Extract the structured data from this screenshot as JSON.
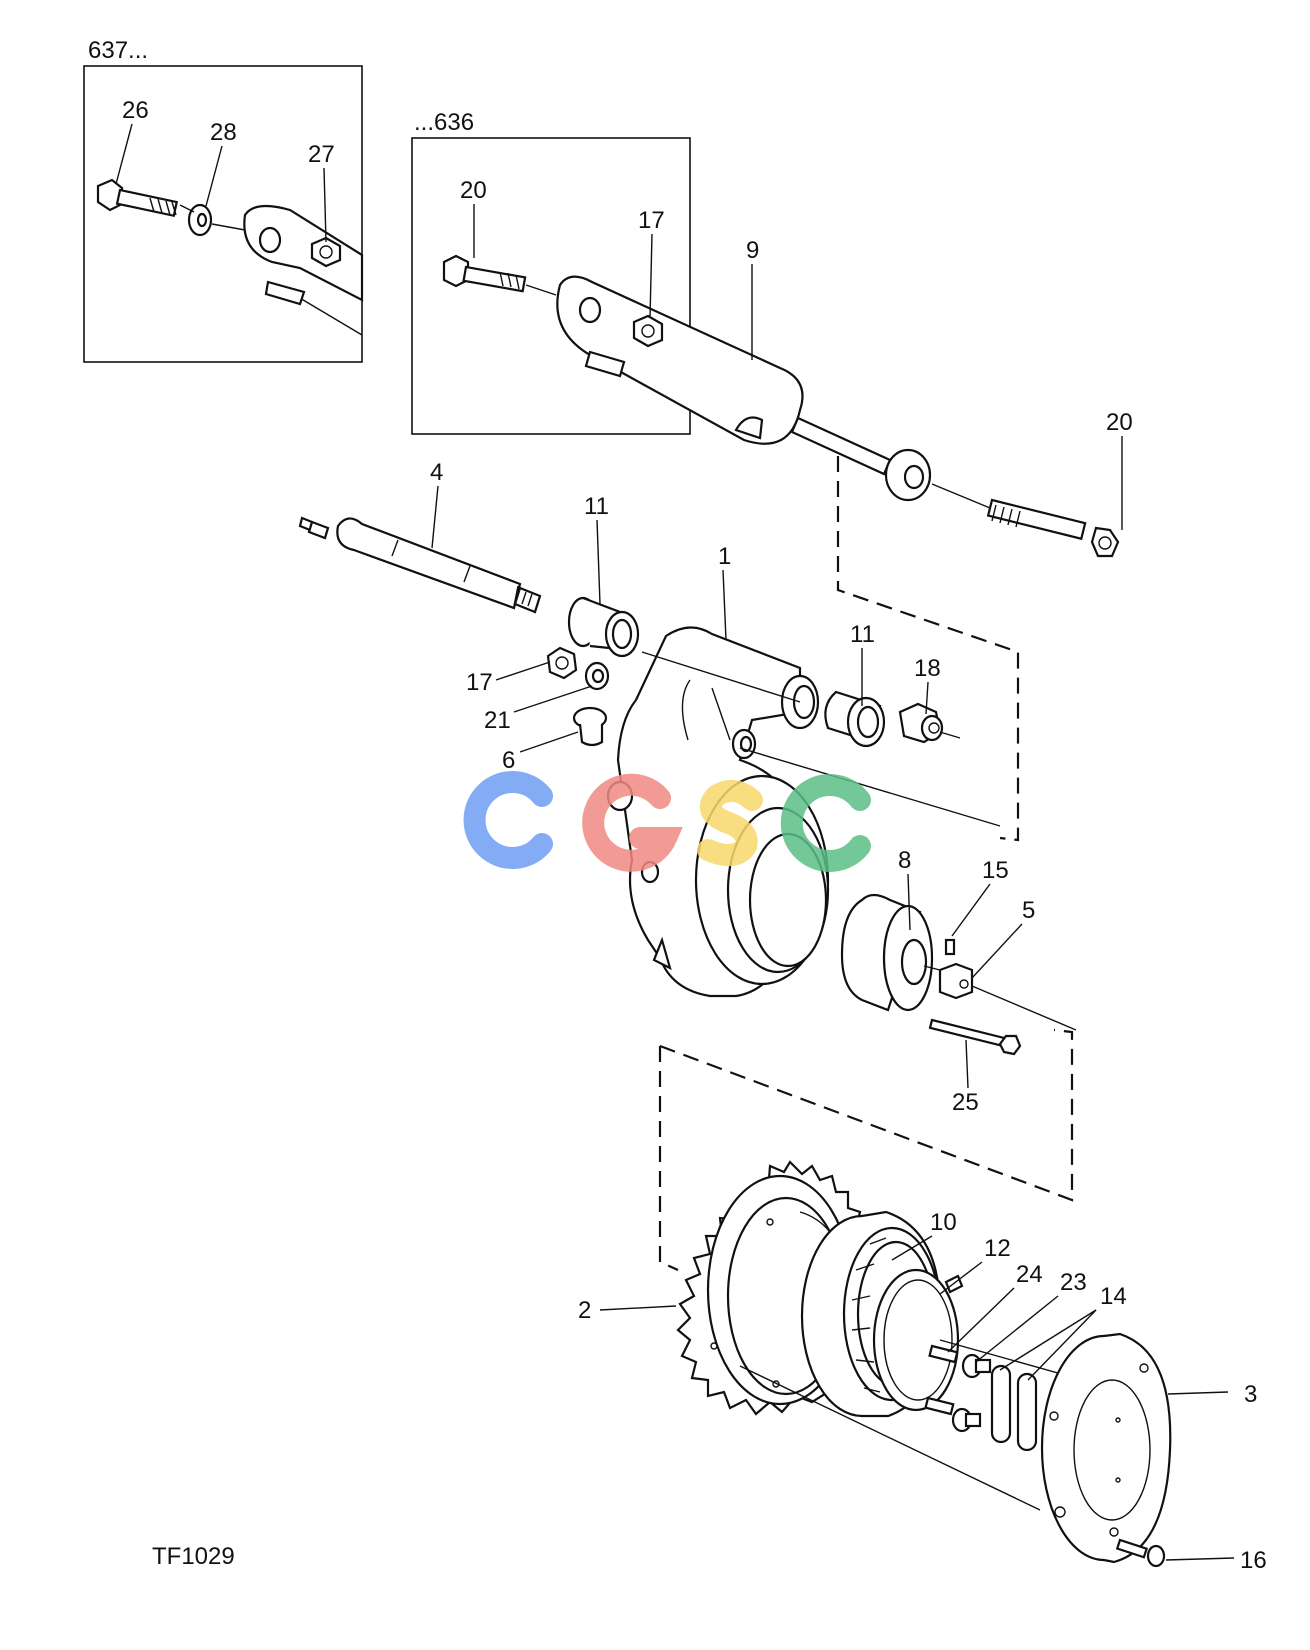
{
  "group_labels": {
    "early": "637...",
    "late": "...636"
  },
  "figure_id": "TF1029",
  "watermark": "CGSC",
  "watermark_colors": [
    "#6e9ef3",
    "#f08a82",
    "#f7d96b",
    "#5cbf86"
  ],
  "callouts": [
    "26",
    "28",
    "27",
    "20",
    "17",
    "9",
    "20",
    "4",
    "11",
    "1",
    "11",
    "18",
    "17",
    "21",
    "6",
    "8",
    "15",
    "5",
    "25",
    "10",
    "12",
    "24",
    "23",
    "14",
    "2",
    "3",
    "16"
  ]
}
